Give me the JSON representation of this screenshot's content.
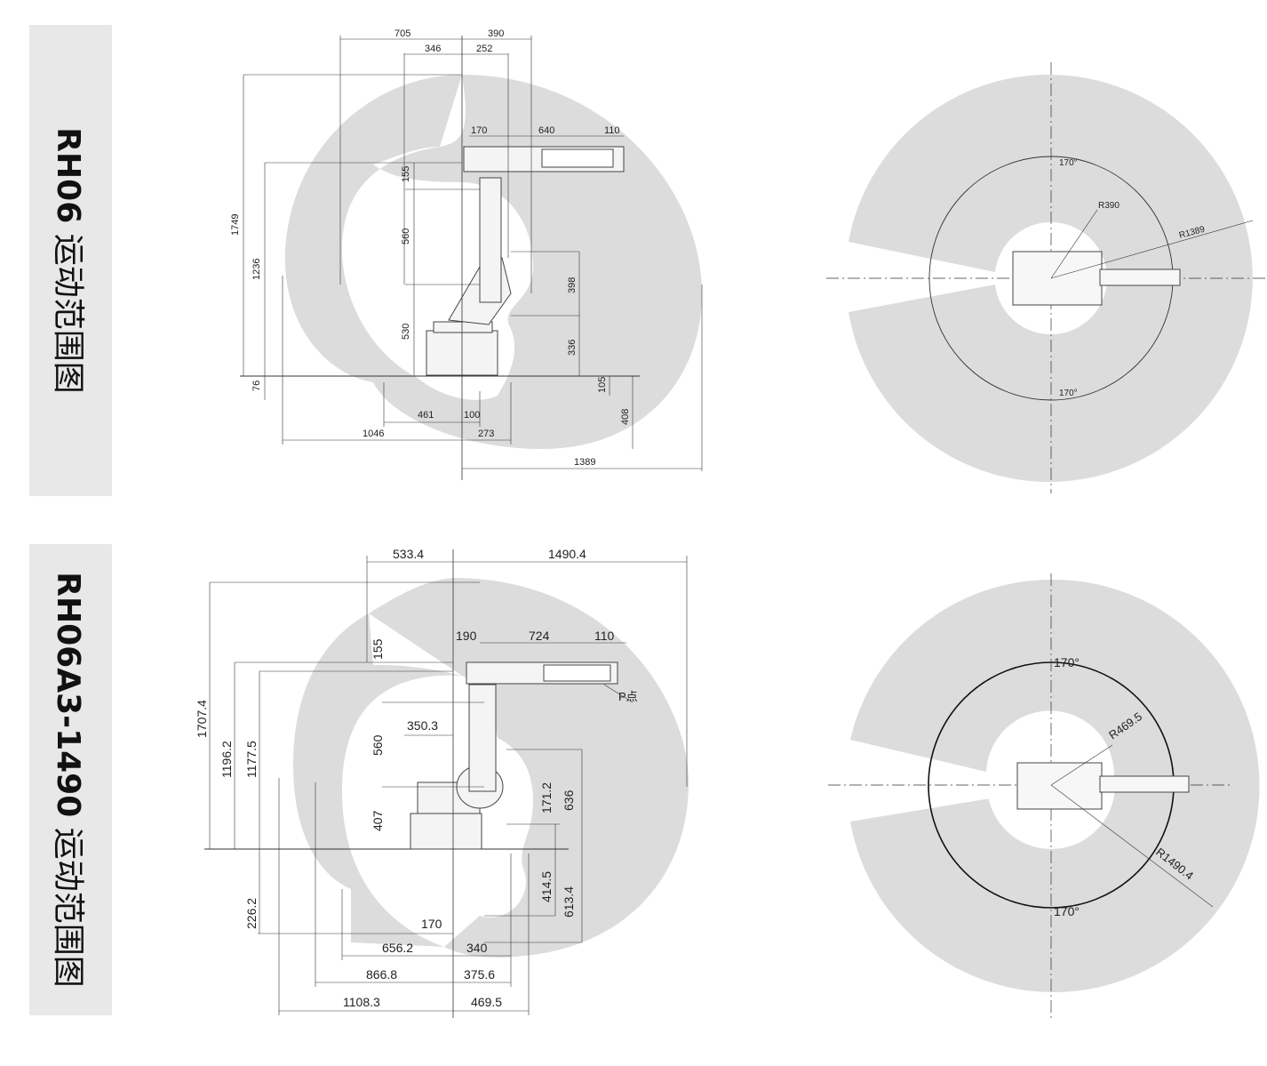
{
  "sections": [
    {
      "model": "RH06",
      "suffix": " 运动范围图",
      "side_dims": {
        "top_705": "705",
        "top_390": "390",
        "top_346": "346",
        "top_252": "252",
        "arm_170": "170",
        "arm_640": "640",
        "arm_110": "110",
        "v_1749": "1749",
        "v_1236": "1236",
        "v_155": "155",
        "v_560": "560",
        "v_530": "530",
        "v_76": "76",
        "v_398": "398",
        "v_336": "336",
        "v_105": "105",
        "v_408": "408",
        "b_461": "461",
        "b_100": "100",
        "b_1046": "1046",
        "b_273": "273",
        "b_1389": "1389"
      },
      "top_dims": {
        "ang_top": "170°",
        "ang_bottom": "170°",
        "r_inner": "R390",
        "r_outer": "R1389"
      }
    },
    {
      "model": "RH06A3-1490",
      "suffix": " 运动范围图",
      "side_dims": {
        "top_533": "533.4",
        "top_1490": "1490.4",
        "arm_190": "190",
        "arm_724": "724",
        "arm_110": "110",
        "p_label": "P点",
        "v_155": "155",
        "v_1707": "1707.4",
        "v_1196": "1196.2",
        "v_1177": "1177.5",
        "v_560": "560",
        "v_350": "350.3",
        "v_407": "407",
        "v_171": "171.2",
        "v_636": "636",
        "v_414": "414.5",
        "v_613": "613.4",
        "v_226": "226.2",
        "b_170": "170",
        "b_656": "656.2",
        "b_340": "340",
        "b_866": "866.8",
        "b_375": "375.6",
        "b_1108": "1108.3",
        "b_469": "469.5"
      },
      "top_dims": {
        "ang_top": "170°",
        "ang_bottom": "170°",
        "r_inner": "R469.5",
        "r_outer": "R1490.4"
      }
    }
  ],
  "colors": {
    "envelope": "#dcdcdc",
    "band": "#e8e8e8",
    "line": "#333333"
  }
}
